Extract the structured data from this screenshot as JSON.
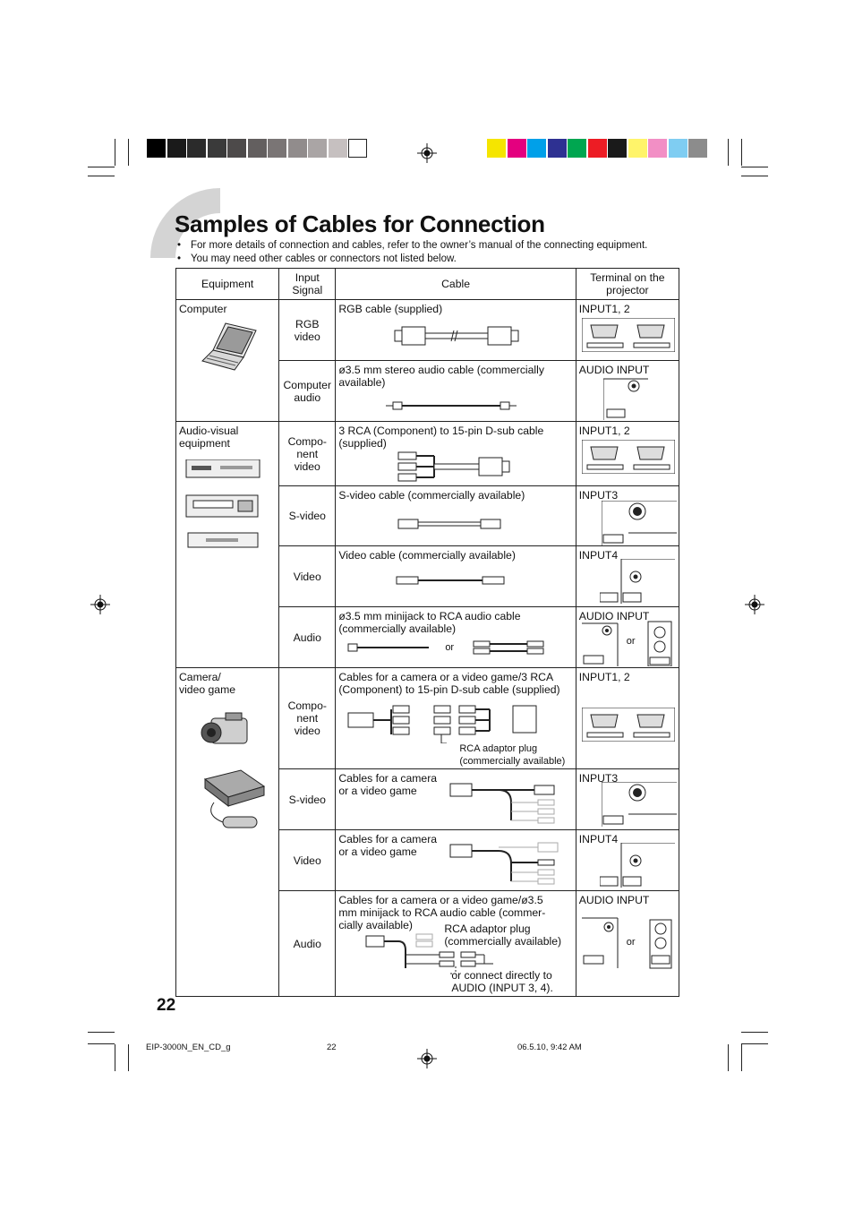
{
  "title": "Samples of Cables for Connection",
  "notes": [
    "For more details of connection and cables, refer to the owner’s manual of the connecting equipment.",
    "You may need other cables or connectors not listed below."
  ],
  "table": {
    "headers": [
      "Equipment",
      "Input\nSignal",
      "Cable",
      "Terminal on the projector"
    ],
    "rows": [
      {
        "equipment": "Computer",
        "signal": "RGB\nvideo",
        "cable": "RGB cable (supplied)",
        "terminal": "INPUT1, 2"
      },
      {
        "signal": "Computer\naudio",
        "cable": "ø3.5 mm stereo audio cable (commercially available)",
        "terminal": "AUDIO INPUT"
      },
      {
        "equipment": "Audio-visual equipment",
        "signal": "Compo-\nnent\nvideo",
        "cable": "3 RCA (Component) to 15-pin D-sub cable (supplied)",
        "terminal": "INPUT1, 2"
      },
      {
        "signal": "S-video",
        "cable": "S-video cable (commercially available)",
        "terminal": "INPUT3"
      },
      {
        "signal": "Video",
        "cable": "Video cable (commercially available)",
        "terminal": "INPUT4"
      },
      {
        "signal": "Audio",
        "cable": "ø3.5 mm minijack to RCA audio cable (commercially available)",
        "cable_or": "or",
        "terminal": "AUDIO INPUT",
        "terminal_or": "or"
      },
      {
        "equipment": "Camera/\nvideo game",
        "signal": "Compo-\nnent\nvideo",
        "cable": "Cables for a camera or a video game/3 RCA (Component) to 15-pin D-sub cable (supplied)",
        "cable_note": "RCA adaptor plug\n(commercially available)",
        "terminal": "INPUT1, 2"
      },
      {
        "signal": "S-video",
        "cable": "Cables for a camera\nor a video game",
        "terminal": "INPUT3"
      },
      {
        "signal": "Video",
        "cable": "Cables for a camera\nor a video game",
        "terminal": "INPUT4"
      },
      {
        "signal": "Audio",
        "cable": "Cables for a camera or a video game/ø3.5 mm minijack to RCA audio cable (commer-cially available)",
        "cable_note": "RCA adaptor plug\n(commercially available)",
        "cable_note2": "or connect directly to\nAUDIO (INPUT 3, 4).",
        "terminal": "AUDIO INPUT",
        "terminal_or": "or"
      }
    ]
  },
  "page_number": "22",
  "footer": {
    "file": "EIP-3000N_EN_CD_g",
    "page": "22",
    "date": "06.5.10, 9:42 AM"
  },
  "colors": {
    "gray_bar": [
      "#000000",
      "#1a1a1a",
      "#2b2b2b",
      "#3a3a3a",
      "#4d4a4a",
      "#635f5f",
      "#7a7575",
      "#918c8c",
      "#aaa5a5",
      "#c6c0c0",
      "#ffffff"
    ],
    "color_bar": [
      "#f5e500",
      "#e4007f",
      "#00a0e9",
      "#2e3192",
      "#00a650",
      "#ed1c24",
      "#1a1a1a",
      "#fff46a",
      "#f28fc5",
      "#7fcdf2",
      "#8c8c8c"
    ]
  }
}
